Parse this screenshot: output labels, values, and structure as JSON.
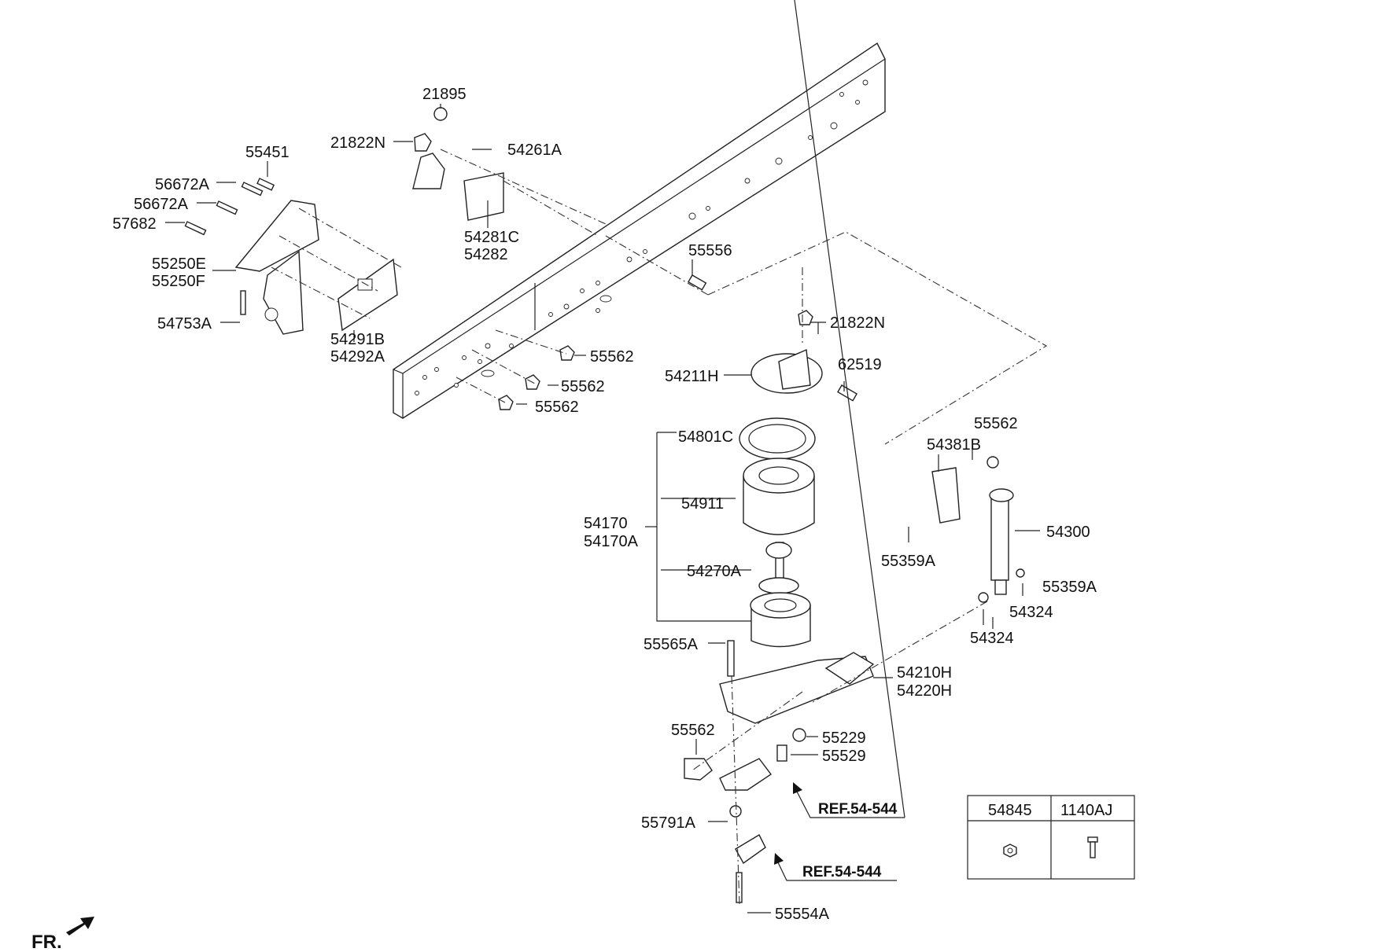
{
  "labels": {
    "l21895": "21895",
    "l21822n_top": "21822N",
    "l54261a": "54261A",
    "l55451": "55451",
    "l56672a_1": "56672A",
    "l56672a_2": "56672A",
    "l57682": "57682",
    "l54281c": "54281C",
    "l54282": "54282",
    "l55250e": "55250E",
    "l55250f": "55250F",
    "l55556": "55556",
    "l54753a": "54753A",
    "l54291b": "54291B",
    "l54292a": "54292A",
    "l21822n_mid": "21822N",
    "l55562_1": "55562",
    "l55562_2": "55562",
    "l55562_3": "55562",
    "l54211h": "54211H",
    "l62519": "62519",
    "l54801c": "54801C",
    "l55562_4": "55562",
    "l54381b": "54381B",
    "l54911": "54911",
    "l54300": "54300",
    "l54170": "54170",
    "l54170a": "54170A",
    "l55359a_1": "55359A",
    "l54270a": "54270A",
    "l55359a_2": "55359A",
    "l54324_1": "54324",
    "l54324_2": "54324",
    "l55565a": "55565A",
    "l54210h": "54210H",
    "l54220h": "54220H",
    "l55562_5": "55562",
    "l55229": "55229",
    "l55529": "55529",
    "l55791a": "55791A",
    "l55554a": "55554A",
    "ref1": "REF.54-544",
    "ref2": "REF.54-544",
    "fr": "FR."
  },
  "legend_table": {
    "col1": "54845",
    "col2": "1140AJ"
  }
}
